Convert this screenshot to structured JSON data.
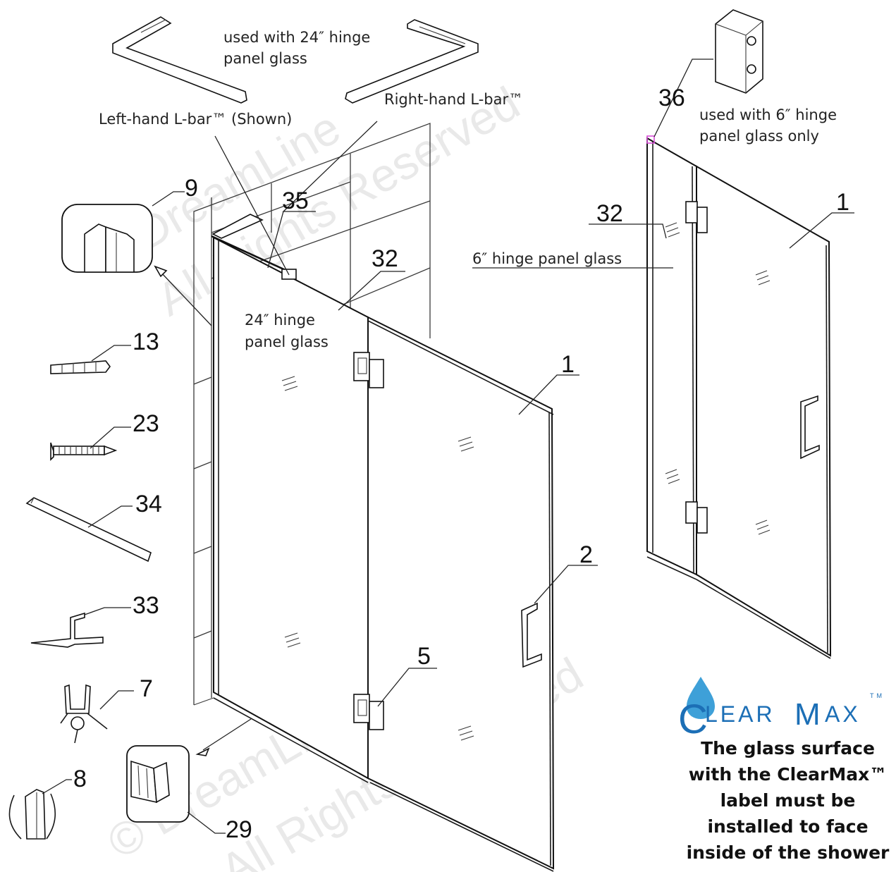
{
  "callouts": {
    "c36": "36",
    "c9": "9",
    "c35": "35",
    "c32_left": "32",
    "c32_right": "32",
    "c1_left": "1",
    "c1_right": "1",
    "c13": "13",
    "c23": "23",
    "c34": "34",
    "c33": "33",
    "c7": "7",
    "c2": "2",
    "c5": "5",
    "c8": "8",
    "c29": "29"
  },
  "notes": {
    "lbar_24_line1": "used with 24″ hinge",
    "lbar_24_line2": "panel glass",
    "right_lbar": "Right-hand L-bar™",
    "left_lbar": "Left-hand L-bar™ (Shown)",
    "clip_6_line1": "used with 6″ hinge",
    "clip_6_line2": "panel glass only",
    "hinge_6": "6″ hinge panel glass",
    "hinge_24_line1": "24″ hinge",
    "hinge_24_line2": "panel glass"
  },
  "watermark": {
    "line1": "© DreamLine",
    "line2": "All Rights Reserved"
  },
  "logo": {
    "brand_c": "C",
    "brand_lear": "LEAR",
    "brand_m": "M",
    "brand_ax": "AX",
    "tm": "TM",
    "color": "#1c6fb6"
  },
  "warning": {
    "lines": [
      "The glass surface",
      "with the ClearMax™",
      "label must be",
      "installed to face",
      "inside of the shower"
    ]
  }
}
